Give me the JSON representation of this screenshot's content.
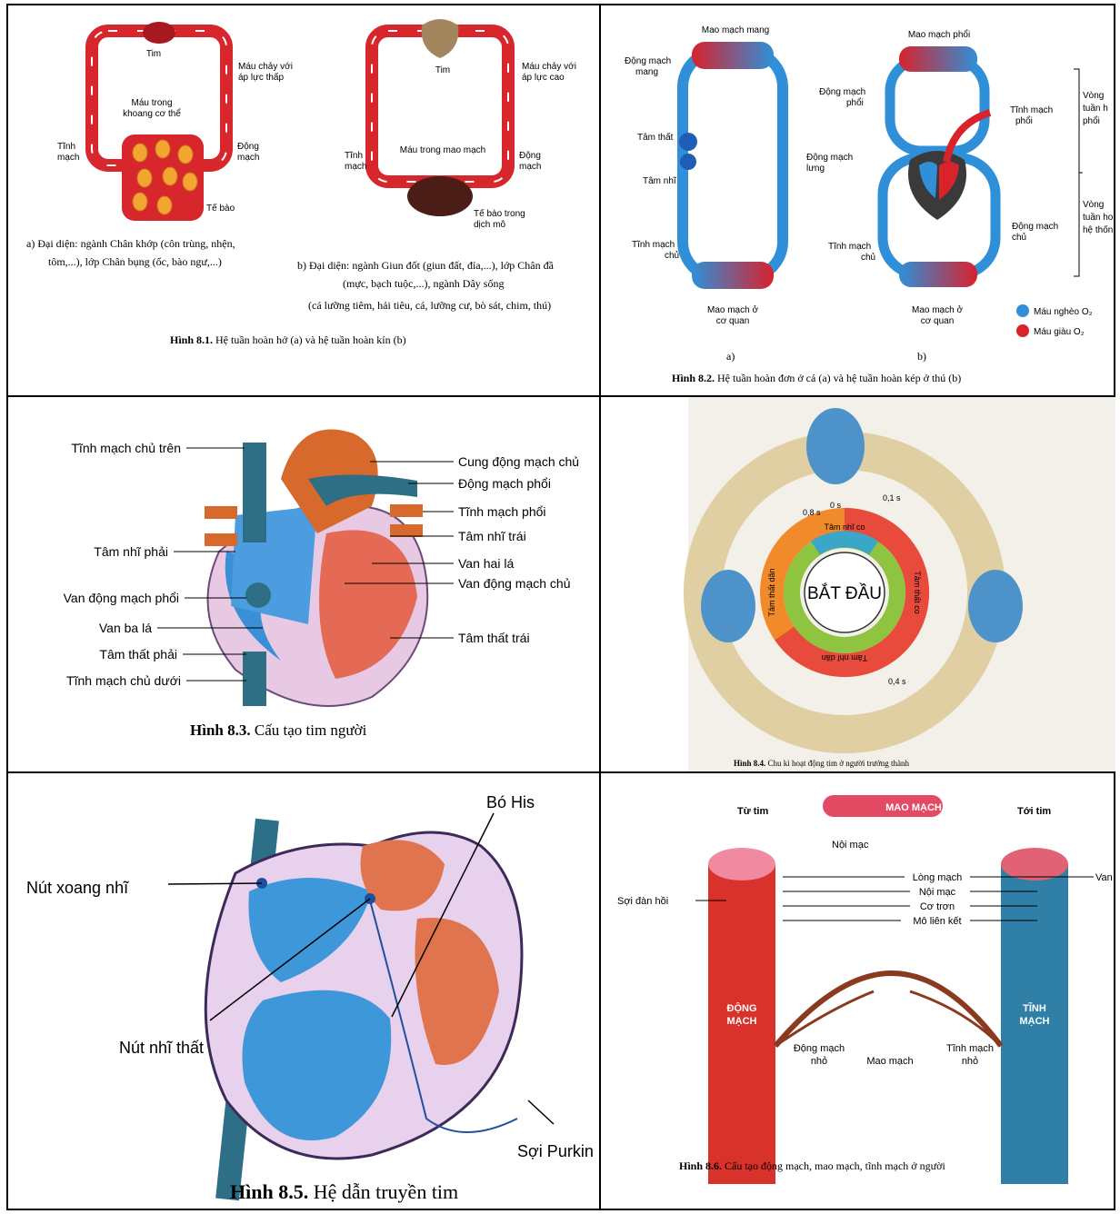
{
  "panel1": {
    "a": {
      "tim": "Tim",
      "mau_chay_1": "Máu chảy với",
      "mau_chay_2": "áp lực thấp",
      "mau_trong_1": "Máu trong",
      "mau_trong_2": "khoang cơ thể",
      "tinh_mach_1": "Tĩnh",
      "tinh_mach_2": "mạch",
      "dong_mach_1": "Động",
      "dong_mach_2": "mạch",
      "te_bao": "Tế bào"
    },
    "b": {
      "tim": "Tim",
      "mau_chay_1": "Máu chảy với",
      "mau_chay_2": "áp lực cao",
      "mau_mao_mach": "Máu trong mao mạch",
      "tinh_mach_1": "Tĩnh",
      "tinh_mach_2": "mạch",
      "dong_mach_1": "Động",
      "dong_mach_2": "mạch",
      "te_bao_1": "Tế bào trong",
      "te_bao_2": "dịch mô"
    },
    "caption_a_1": "a) Đại diện: ngành Chân khớp (côn trùng, nhện,",
    "caption_a_2": "tôm,...), lớp Chân bụng (ốc, bào ngư,...)",
    "caption_b_1": "b) Đại diện: ngành Giun đốt (giun đất, đỉa,...), lớp Chân đầ",
    "caption_b_2": "(mực, bạch tuộc,...), ngành Dây sống",
    "caption_b_3": "(cá lưỡng tiêm, hải tiêu, cá, lưỡng cư, bò sát, chim, thú)",
    "fig_title": "Hình 8.1.",
    "fig_text": " Hệ tuần hoàn hở (a) và hệ tuần hoàn kín (b)"
  },
  "panel2": {
    "mao_mach_mang": "Mao mạch mang",
    "mao_mach_phoi": "Mao mạch phổi",
    "dong_mach_mang_1": "Động mạch",
    "dong_mach_mang_2": "mang",
    "dong_mach_phoi_1": "Động mạch",
    "dong_mach_phoi_2": "phổi",
    "tinh_mach_phoi_1": "Tĩnh mạch",
    "tinh_mach_phoi_2": "phổi",
    "tam_that": "Tâm thất",
    "tam_nhi": "Tâm nhĩ",
    "dong_mach_lung_1": "Động mạch",
    "dong_mach_lung_2": "lưng",
    "tinh_mach_chu_a_1": "Tĩnh mạch",
    "tinh_mach_chu_a_2": "chủ",
    "tinh_mach_chu_b_1": "Tĩnh mạch",
    "tinh_mach_chu_b_2": "chủ",
    "dong_mach_chu_1": "Động mạch",
    "dong_mach_chu_2": "chủ",
    "mao_mach_co_quan_a_1": "Mao mạch ở",
    "mao_mach_co_quan_a_2": "cơ quan",
    "mao_mach_co_quan_b_1": "Mao mạch ở",
    "mao_mach_co_quan_b_2": "cơ quan",
    "vong_1_1": "Vòng",
    "vong_1_2": "tuần h",
    "vong_1_3": "phổi",
    "vong_2_1": "Vòng",
    "vong_2_2": "tuần ho",
    "vong_2_3": "hệ thốn",
    "legend_poor": "Máu nghèo O₂",
    "legend_rich": "Máu giàu O₂",
    "label_a": "a)",
    "label_b": "b)",
    "fig_title": "Hình 8.2.",
    "fig_text": " Hệ tuần hoàn đơn ở cá (a) và hệ tuần hoàn kép ở thú (b)",
    "colors": {
      "poor": "#2f8fd8",
      "rich": "#d8222c"
    }
  },
  "panel3": {
    "labels_left": [
      "Tĩnh mạch chủ trên",
      "Tâm nhĩ phải",
      "Van động mạch phổi",
      "Van ba lá",
      "Tâm thất phải",
      "Tĩnh mạch chủ dưới"
    ],
    "labels_right": [
      "Cung động mạch chủ",
      "Động mạch phổi",
      "Tĩnh mạch phổi",
      "Tâm nhĩ trái",
      "Van hai lá",
      "Van động mạch chủ",
      "Tâm thất trái"
    ],
    "fig_title": "Hình 8.3.",
    "fig_text": " Cấu tạo tim người"
  },
  "panel4": {
    "center": "BẮT ĐẦU",
    "t0": "0 s",
    "t01": "0,1 s",
    "t08": "0,8 s",
    "t04": "0,4 s",
    "phase_atrial_contract": "Tâm nhĩ co",
    "phase_vent_contract": "Tâm thất co",
    "phase_atrial_relax": "Tâm nhĩ dãn",
    "phase_vent_relax": "Tâm thất dãn",
    "fig_title": "Hình 8.4.",
    "fig_text": " Chu kì hoạt động tim ở người trưởng thành"
  },
  "panel5": {
    "bo_his": "Bó His",
    "nut_xoang_nhi": "Nút xoang nhĩ",
    "nut_nhi_that": "Nút nhĩ thất",
    "soi_purkin": "Sợi Purkin",
    "fig_title": "Hình 8.5.",
    "fig_text": " Hệ dẫn truyền tim"
  },
  "panel6": {
    "mao_mach": "MAO MẠCH",
    "noi_mac_top": "Nội mạc",
    "tu_tim": "Từ tim",
    "toi_tim": "Tới tim",
    "long_mach": "Lòng mạch",
    "noi_mac": "Nội mạc",
    "co_tron": "Cơ trơn",
    "mo_lien_ket": "Mô liên kết",
    "soi_dan_hoi": "Sợi đàn hồi",
    "van": "Van",
    "dong_mach_1": "ĐỘNG",
    "dong_mach_2": "MẠCH",
    "tinh_mach_1": "TĨNH",
    "tinh_mach_2": "MẠCH",
    "dong_mach_nho_1": "Động mạch",
    "dong_mach_nho_2": "nhỏ",
    "mao_mach_label": "Mao mạch",
    "tinh_mach_nho_1": "Tĩnh mạch",
    "tinh_mach_nho_2": "nhỏ",
    "fig_title": "Hình 8.6.",
    "fig_text": " Cấu tạo động mạch, mao mạch, tĩnh mạch ở người"
  }
}
